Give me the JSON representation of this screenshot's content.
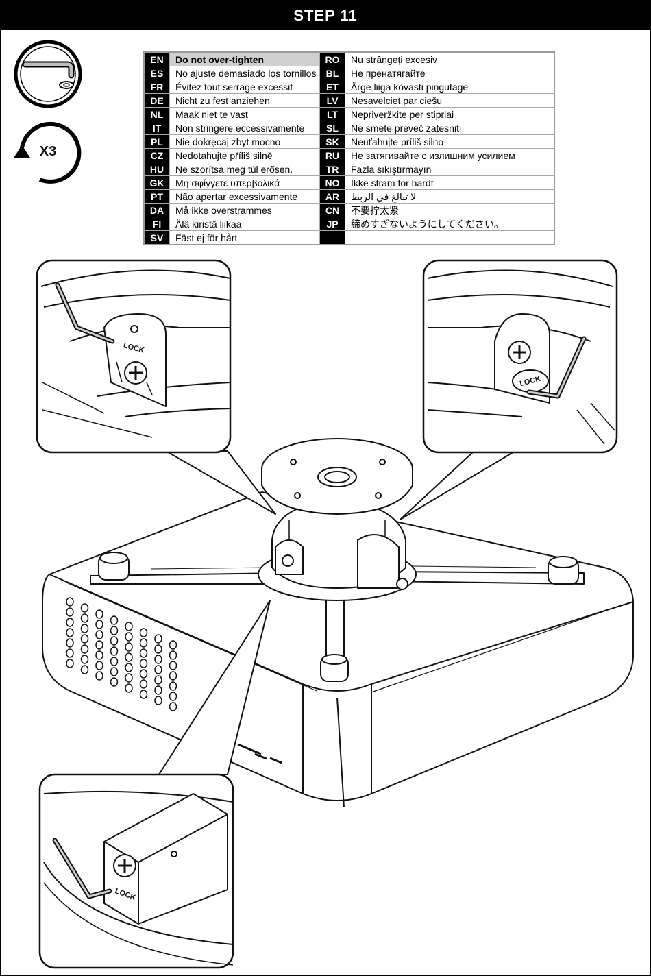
{
  "header": {
    "title": "STEP 11"
  },
  "rotation": {
    "label": "X3"
  },
  "languages": [
    {
      "left": {
        "code": "EN",
        "text": "Do not over-tighten"
      },
      "right": {
        "code": "RO",
        "text": "Nu strângeți excesiv"
      }
    },
    {
      "left": {
        "code": "ES",
        "text": "No ajuste demasiado los tornillos"
      },
      "right": {
        "code": "BL",
        "text": "Не пренатягайте"
      }
    },
    {
      "left": {
        "code": "FR",
        "text": "Évitez tout serrage excessif"
      },
      "right": {
        "code": "ET",
        "text": "Ärge liiga kõvasti pingutage"
      }
    },
    {
      "left": {
        "code": "DE",
        "text": "Nicht zu fest anziehen"
      },
      "right": {
        "code": "LV",
        "text": "Nesavelciet par ciešu"
      }
    },
    {
      "left": {
        "code": "NL",
        "text": "Maak niet te vast"
      },
      "right": {
        "code": "LT",
        "text": "Nepriveržkite per stipriai"
      }
    },
    {
      "left": {
        "code": "IT",
        "text": "Non stringere eccessivamente"
      },
      "right": {
        "code": "SL",
        "text": "Ne smete preveč zatesniti"
      }
    },
    {
      "left": {
        "code": "PL",
        "text": "Nie dokręcaj zbyt mocno"
      },
      "right": {
        "code": "SK",
        "text": "Neuťahujte príliš silno"
      }
    },
    {
      "left": {
        "code": "CZ",
        "text": "Nedotahujte příliš silně"
      },
      "right": {
        "code": "RU",
        "text": "Не затягивайте с излишним усилием"
      }
    },
    {
      "left": {
        "code": "HU",
        "text": "Ne szorítsa meg túl erősen."
      },
      "right": {
        "code": "TR",
        "text": "Fazla sıkıştırmayın"
      }
    },
    {
      "left": {
        "code": "GK",
        "text": "Μη σφίγγετε υπερβολικά"
      },
      "right": {
        "code": "NO",
        "text": "Ikke stram for hardt"
      }
    },
    {
      "left": {
        "code": "PT",
        "text": "Não apertar excessivamente"
      },
      "right": {
        "code": "AR",
        "text": "لا تبالغ في الربط"
      }
    },
    {
      "left": {
        "code": "DA",
        "text": "Må ikke overstrammes"
      },
      "right": {
        "code": "CN",
        "text": "不要拧太紧"
      }
    },
    {
      "left": {
        "code": "FI",
        "text": "Älä kiristä liikaa"
      },
      "right": {
        "code": "JP",
        "text": "締めすぎないようにしてください。"
      }
    },
    {
      "left": {
        "code": "SV",
        "text": "Fäst ej för hårt"
      },
      "right": {
        "code": "",
        "text": ""
      }
    }
  ],
  "illustration": {
    "lock_label": "LOCK",
    "colors": {
      "line": "#111111",
      "fill": "#ffffff",
      "shade": "#d9d9d9"
    }
  }
}
